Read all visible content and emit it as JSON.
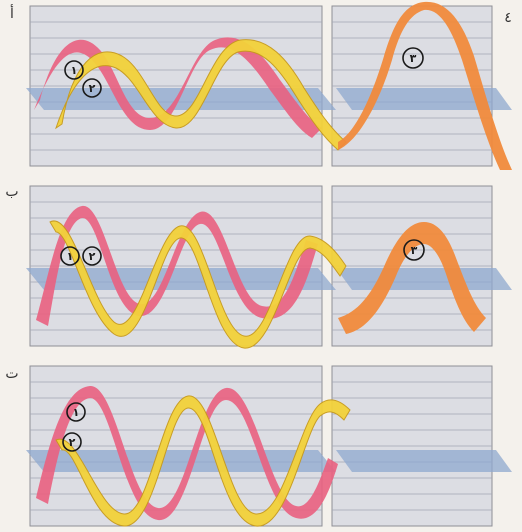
{
  "panel_labels": [
    "أ",
    "ب",
    "ت"
  ],
  "corner_label": "٤",
  "markers": {
    "wave_1": "١",
    "wave_2": "٢",
    "wave_3": "٣"
  },
  "colors": {
    "wave_1": "#e9607f",
    "wave_2": "#f3d23a",
    "wave_3": "#f08a3c",
    "panel": "#dcdde3",
    "panel_border": "#8e8e96",
    "grid_line": "#a3a6b3",
    "plane": "#8fa8cf",
    "background": "#f4f1ec"
  }
}
